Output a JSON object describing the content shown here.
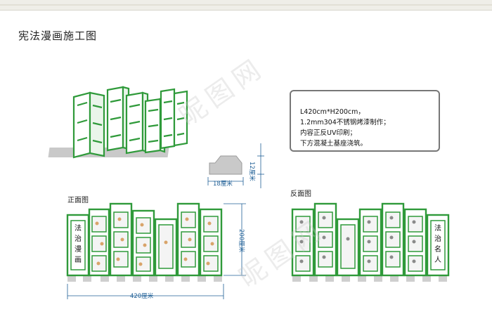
{
  "title": "宪法漫画施工图",
  "spec_lines": [
    "L420cm*H200cm，",
    "1.2mm304不锈钢烤漆制作；",
    "内容正反UV印刷；",
    "下方混凝土基座浇筑。"
  ],
  "front_label": "正面图",
  "back_label": "反面图",
  "dimensions": {
    "base_width": "18厘米",
    "base_height": "12厘米",
    "total_height": "200厘米",
    "total_width": "420厘米"
  },
  "front_panel_text": [
    "法治漫画"
  ],
  "back_panel_text": [
    "法治名人"
  ],
  "colors": {
    "frame_green": "#2f9a3a",
    "dimension_blue": "#1f5f96",
    "base_gray": "#c9c9c9"
  },
  "watermark": "昵图网"
}
